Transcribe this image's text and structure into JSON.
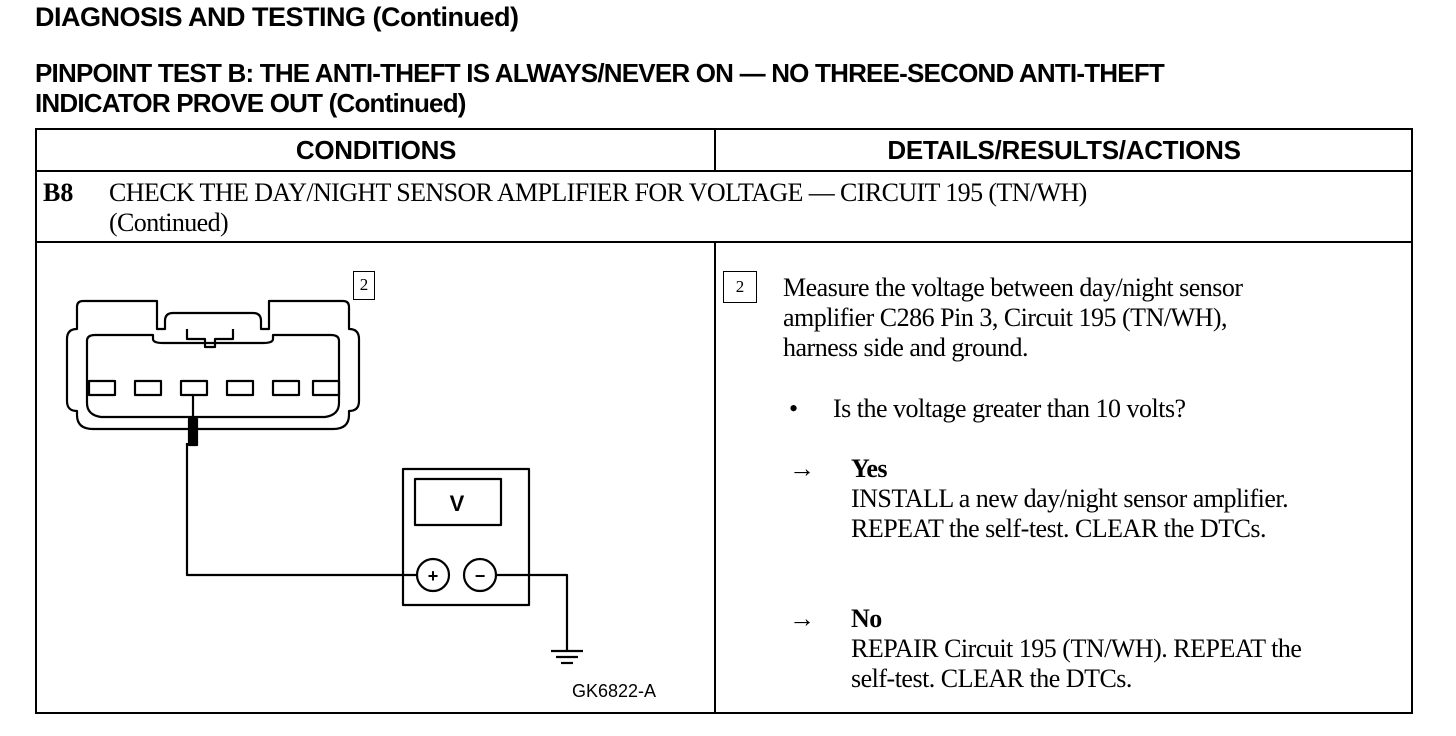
{
  "page_title": "DIAGNOSIS AND TESTING (Continued)",
  "test_title": {
    "line1": "PINPOINT TEST B:  THE ANTI-THEFT IS ALWAYS/NEVER ON — NO THREE-SECOND ANTI-THEFT",
    "line2": "INDICATOR PROVE OUT (Continued)"
  },
  "table": {
    "headers": {
      "conditions": "CONDITIONS",
      "details": "DETAILS/RESULTS/ACTIONS"
    },
    "step": {
      "id": "B8",
      "heading_line1": "CHECK THE DAY/NIGHT SENSOR AMPLIFIER FOR VOLTAGE — CIRCUIT 195 (TN/WH)",
      "heading_line2": "(Continued)"
    },
    "conditions": {
      "step_number": "2",
      "meter_symbol": "V",
      "plus_symbol": "+",
      "minus_symbol": "−",
      "figure_id": "GK6822-A"
    },
    "details": {
      "step_number": "2",
      "instruction_lines": [
        "Measure the voltage between day/night sensor",
        "amplifier C286 Pin 3, Circuit 195 (TN/WH),",
        "harness side and ground."
      ],
      "bullet": "•",
      "question": "Is the voltage greater than 10 volts?",
      "arrow": "→",
      "yes": {
        "label": "Yes",
        "lines": [
          "INSTALL a new day/night sensor amplifier.",
          "REPEAT the self-test. CLEAR the DTCs."
        ]
      },
      "no": {
        "label": "No",
        "lines": [
          "REPAIR Circuit 195 (TN/WH). REPEAT the",
          "self-test. CLEAR the DTCs."
        ]
      }
    }
  }
}
